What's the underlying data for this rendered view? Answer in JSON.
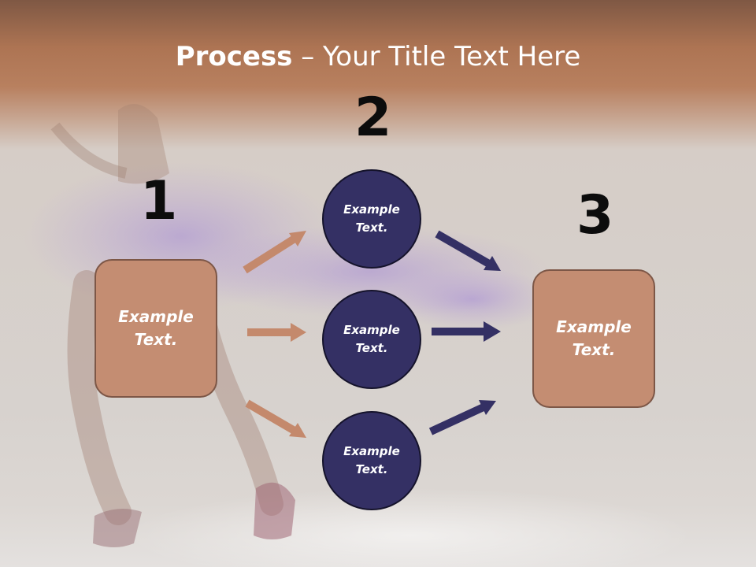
{
  "slide": {
    "title_bold": "Process",
    "title_rest": " – Your Title Text Here"
  },
  "steps": [
    {
      "number": "1",
      "text_line1": "Example",
      "text_line2": "Text."
    },
    {
      "number": "2"
    },
    {
      "number": "3",
      "text_line1": "Example",
      "text_line2": "Text."
    }
  ],
  "circles": [
    {
      "text_line1": "Example",
      "text_line2": "Text."
    },
    {
      "text_line1": "Example",
      "text_line2": "Text."
    },
    {
      "text_line1": "Example",
      "text_line2": "Text."
    }
  ],
  "colors": {
    "box_fill": "#c48d72",
    "circle_fill": "#343064",
    "arrow_left": "#c4896c",
    "arrow_right": "#343064"
  }
}
